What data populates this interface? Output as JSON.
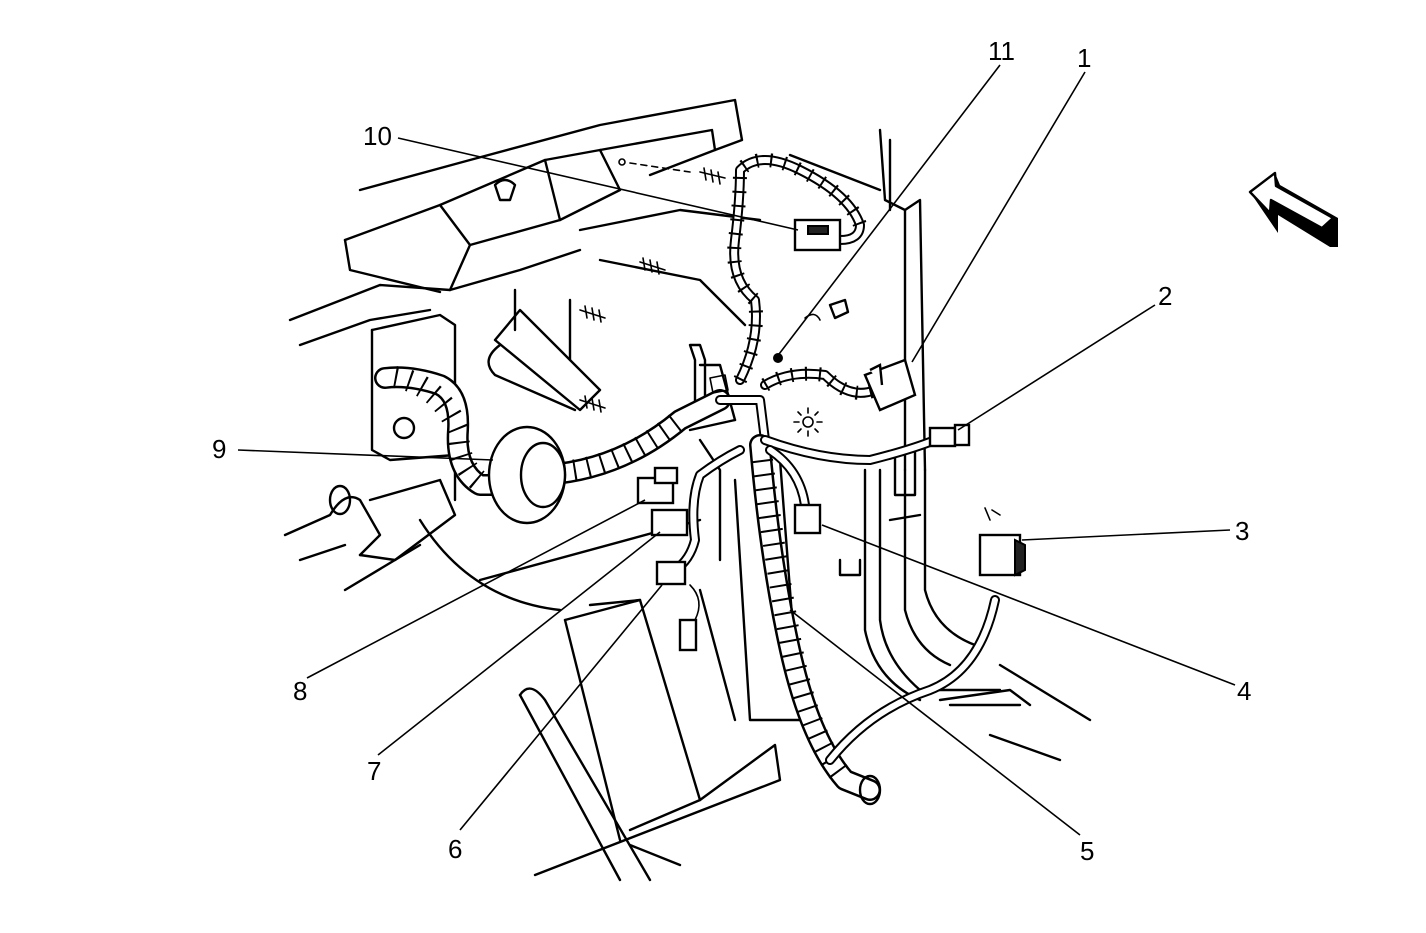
{
  "callouts": {
    "c1": "1",
    "c2": "2",
    "c3": "3",
    "c4": "4",
    "c5": "5",
    "c6": "6",
    "c7": "7",
    "c8": "8",
    "c9": "9",
    "c10": "10",
    "c11": "11"
  },
  "icons": {
    "view_arrow": "view-direction-arrow-icon"
  },
  "colors": {
    "line": "#000000",
    "background": "#ffffff"
  }
}
